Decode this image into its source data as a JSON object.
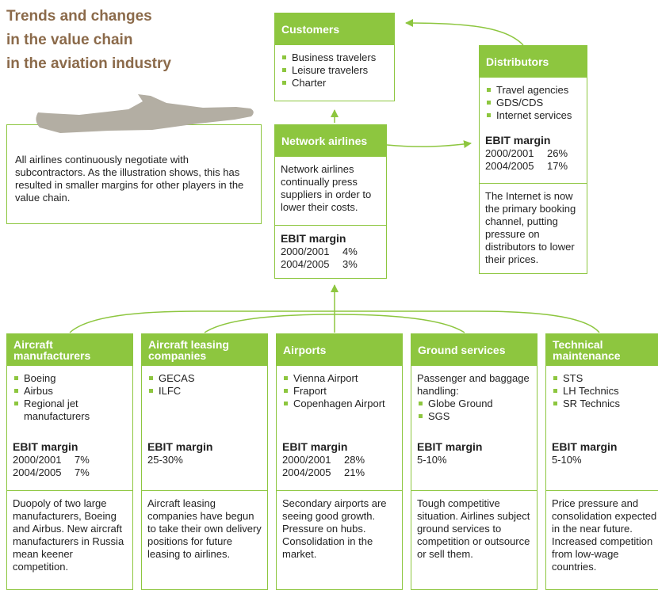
{
  "title": {
    "line1": "Trends and changes",
    "line2": "in the value chain",
    "line3": "in the aviation industry"
  },
  "note": "All airlines continuously negotiate with subcontractors. As the illustration shows, this has resulted in smaller margins for other players in the value chain.",
  "ebit_label": "EBIT margin",
  "customers": {
    "title": "Customers",
    "items": [
      "Business travelers",
      "Leisure travelers",
      "Charter"
    ]
  },
  "distributors": {
    "title": "Distributors",
    "items": [
      "Travel agencies",
      "GDS/CDS",
      "Internet services"
    ],
    "ebit": [
      {
        "period": "2000/2001",
        "value": "26%"
      },
      {
        "period": "2004/2005",
        "value": "17%"
      }
    ],
    "desc": "The Internet is now the primary booking channel, putting pressure on distributors to lower their prices."
  },
  "network": {
    "title": "Network airlines",
    "desc": "Network airlines continually press suppliers in order to lower their costs.",
    "ebit": [
      {
        "period": "2000/2001",
        "value": "4%"
      },
      {
        "period": "2004/2005",
        "value": "3%"
      }
    ]
  },
  "aircraft": {
    "title1": "Aircraft",
    "title2": "manufacturers",
    "items": [
      "Boeing",
      "Airbus",
      "Regional jet manufacturers"
    ],
    "ebit": [
      {
        "period": "2000/2001",
        "value": "7%"
      },
      {
        "period": "2004/2005",
        "value": "7%"
      }
    ],
    "desc": "Duopoly of two large manufacturers, Boeing and Airbus. New aircraft manufacturers in Russia mean keener competition."
  },
  "leasing": {
    "title1": "Aircraft leasing",
    "title2": "companies",
    "items": [
      "GECAS",
      "ILFC"
    ],
    "ebit_range": "25-30%",
    "desc": "Aircraft leasing companies have begun to take their own delivery positions for future leasing to airlines."
  },
  "airports": {
    "title": "Airports",
    "items": [
      "Vienna Airport",
      "Fraport",
      "Copenhagen Airport"
    ],
    "ebit": [
      {
        "period": "2000/2001",
        "value": "28%"
      },
      {
        "period": "2004/2005",
        "value": "21%"
      }
    ],
    "desc": "Secondary airports are seeing good growth. Pressure on hubs. Consolidation in the market."
  },
  "ground": {
    "title": "Ground services",
    "intro": "Passenger and baggage handling:",
    "items": [
      "Globe Ground",
      "SGS"
    ],
    "ebit_range": "5-10%",
    "desc": "Tough competitive situation. Airlines subject ground services to competition or outsource or sell them."
  },
  "technical": {
    "title1": "Technical",
    "title2": "maintenance",
    "items": [
      "STS",
      "LH Technics",
      "SR Technics"
    ],
    "ebit_range": "5-10%",
    "desc": "Price pressure and consolidation expected in the near future. Increased competition from low-wage countries."
  },
  "colors": {
    "accent": "#8dc63f",
    "title": "#8b6a4a",
    "plane": "#b3aea3"
  }
}
